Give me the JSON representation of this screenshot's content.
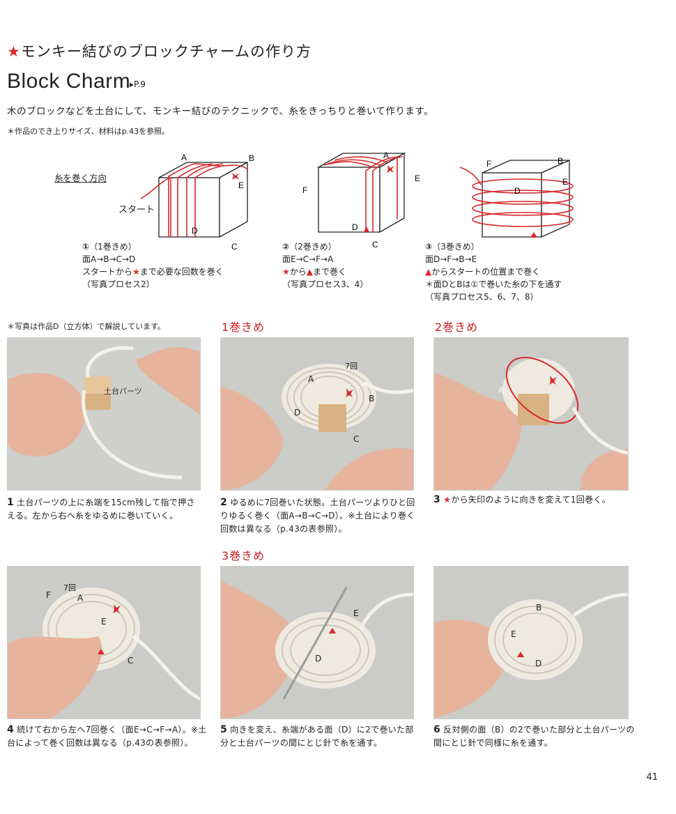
{
  "header": {
    "title_star": "★",
    "title_jp": "モンキー結びのブロックチャームの作り方",
    "title_en": "Block Charm",
    "page_ref": "▸P.9",
    "intro": "木のブロックなどを土台にして、モンキー結びのテクニックで、糸をきっちりと巻いて作ります。",
    "note": "＊作品のでき上りサイズ、材料はp.43を参照。"
  },
  "diagram": {
    "direction_label": "糸を巻く方向",
    "start_label": "スタート",
    "d1": {
      "A": "A",
      "B": "B",
      "C": "C",
      "D": "D",
      "E": "E"
    },
    "d2": {
      "A": "A",
      "C": "C",
      "D": "D",
      "E": "E",
      "F": "F"
    },
    "d3": {
      "B": "B",
      "D": "D",
      "E": "E",
      "F": "F"
    }
  },
  "steps": [
    {
      "num": "①",
      "label": "（1巻きめ）",
      "line1": "面A→B→C→D",
      "line2_pre": "スタートから",
      "line2_mark": "★",
      "line2_post": "まで必要な回数を巻く",
      "line3": "（写真プロセス2）"
    },
    {
      "num": "②",
      "label": "（2巻きめ）",
      "line1": "面E→C→F→A",
      "line2_mark": "★",
      "line2_pre": "から",
      "line2_mark2": "▲",
      "line2_post": "まで巻く",
      "line3": "（写真プロセス3、4）"
    },
    {
      "num": "③",
      "label": "（3巻きめ）",
      "line1": "面D→F→B→E",
      "line2_mark": "▲",
      "line2_post": "からスタートの位置まで巻く",
      "line3": "＊面DとBは①で巻いた糸の下を通す",
      "line4": "（写真プロセス5、6、7、8）"
    }
  ],
  "photo_note": "＊写真は作品D（立方体）で解説しています。",
  "sections": {
    "s1": "1巻きめ",
    "s2": "2巻きめ",
    "s3": "3巻きめ"
  },
  "photos": [
    {
      "label": "土台パーツ"
    },
    {
      "label_a": "A",
      "label_b": "B",
      "label_c": "C",
      "label_d": "D",
      "label_count": "7回"
    },
    {
      "label_a": "A"
    },
    {
      "label_a": "A",
      "label_e": "E",
      "label_c": "C",
      "label_f": "F",
      "label_count": "7回"
    },
    {
      "label_e": "E",
      "label_d": "D"
    },
    {
      "label_b": "B",
      "label_e": "E",
      "label_d": "D"
    }
  ],
  "captions": [
    {
      "num": "1",
      "text": "土台パーツの上に糸端を15cm残して指で押さえる。左から右へ糸をゆるめに巻いていく。"
    },
    {
      "num": "2",
      "text": "ゆるめに7回巻いた状態。土台パーツよりひと回りゆるく巻く（面A→B→C→D）。※土台により巻く回数は異なる（p.43の表参照）。"
    },
    {
      "num": "3",
      "star": "★",
      "text": "から矢印のように向きを変えて1回巻く。"
    },
    {
      "num": "4",
      "text": "続けて右から左へ7回巻く（面E→C→F→A）。※土台によって巻く回数は異なる（p.43の表参照）。"
    },
    {
      "num": "5",
      "text": "向きを変え、糸端がある面（D）に2で巻いた部分と土台パーツの間にとじ針で糸を通す。"
    },
    {
      "num": "6",
      "text": "反対側の面（B）の2で巻いた部分と土台パーツの間にとじ針で同様に糸を通す。"
    }
  ],
  "page_number": "41",
  "colors": {
    "accent": "#d9292b",
    "text": "#222222"
  }
}
